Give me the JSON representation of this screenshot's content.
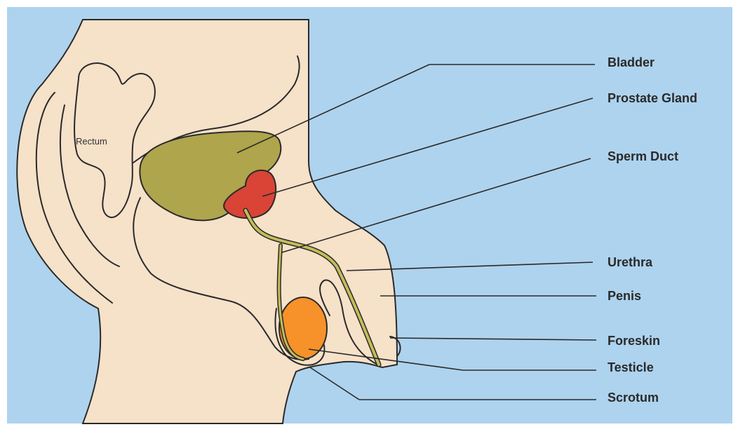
{
  "colors": {
    "background": "#aed3ee",
    "skin": "#f6e1c9",
    "bladder": "#aea54c",
    "prostate": "#d94436",
    "testicle": "#f7922a",
    "duct": "#c3bd5a",
    "outline": "#2a2a2a"
  },
  "labels": {
    "rectum": "Rectum",
    "bladder": "Bladder",
    "prostate_gland": "Prostate Gland",
    "sperm_duct": "Sperm Duct",
    "urethra": "Urethra",
    "penis": "Penis",
    "foreskin": "Foreskin",
    "testicle": "Testicle",
    "scrotum": "Scrotum"
  }
}
